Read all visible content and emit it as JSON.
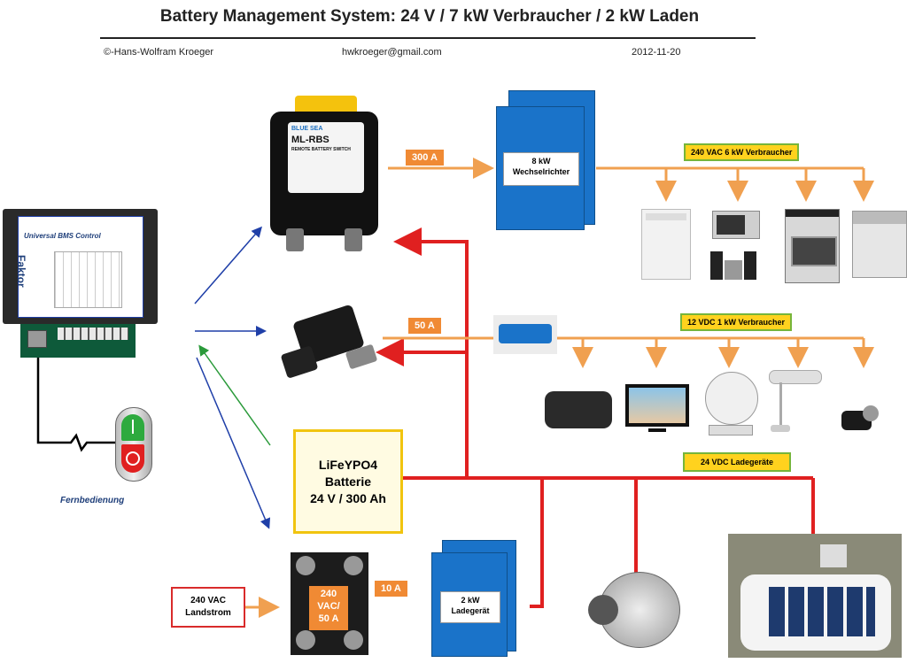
{
  "header": {
    "title": "Battery Management System: 24 V / 7 kW Verbraucher / 2 kW Laden",
    "author": "©-Hans-Wolfram Kroeger",
    "email": "hwkroeger@gmail.com",
    "date": "2012-11-20"
  },
  "bms": {
    "panel_title": "Universal BMS Control",
    "brand": "Faktor"
  },
  "remote": {
    "label": "Fernbedienung"
  },
  "switch": {
    "brand": "BLUE SEA",
    "model": "ML-RBS",
    "subtitle": "REMOTE BATTERY SWITCH"
  },
  "currents": {
    "main": "300 A",
    "relay": "50 A",
    "charger": "10 A"
  },
  "inverter": {
    "line1": "8 kW",
    "line2": "Wechselrichter"
  },
  "ac_loads": {
    "label": "240 VAC 6 kW Verbraucher"
  },
  "dc_loads": {
    "label": "12 VDC  1 kW Verbraucher"
  },
  "dc_chargers": {
    "label": "24 VDC  Ladegeräte"
  },
  "battery": {
    "line1": "LiFeYPO4",
    "line2": "Batterie",
    "line3": "24 V / 300 Ah"
  },
  "shore": {
    "line1": "240 VAC",
    "line2": "Landstrom"
  },
  "ssr": {
    "line1": "240",
    "line2": "VAC/",
    "line3": "50 A"
  },
  "charger": {
    "line1": "2 kW",
    "line2": "Ladegerät"
  },
  "colors": {
    "red": "#e02020",
    "orange": "#f0a050",
    "blue": "#1f3fa8",
    "green": "#2a9a3a",
    "yellow": "#ffd21e"
  }
}
